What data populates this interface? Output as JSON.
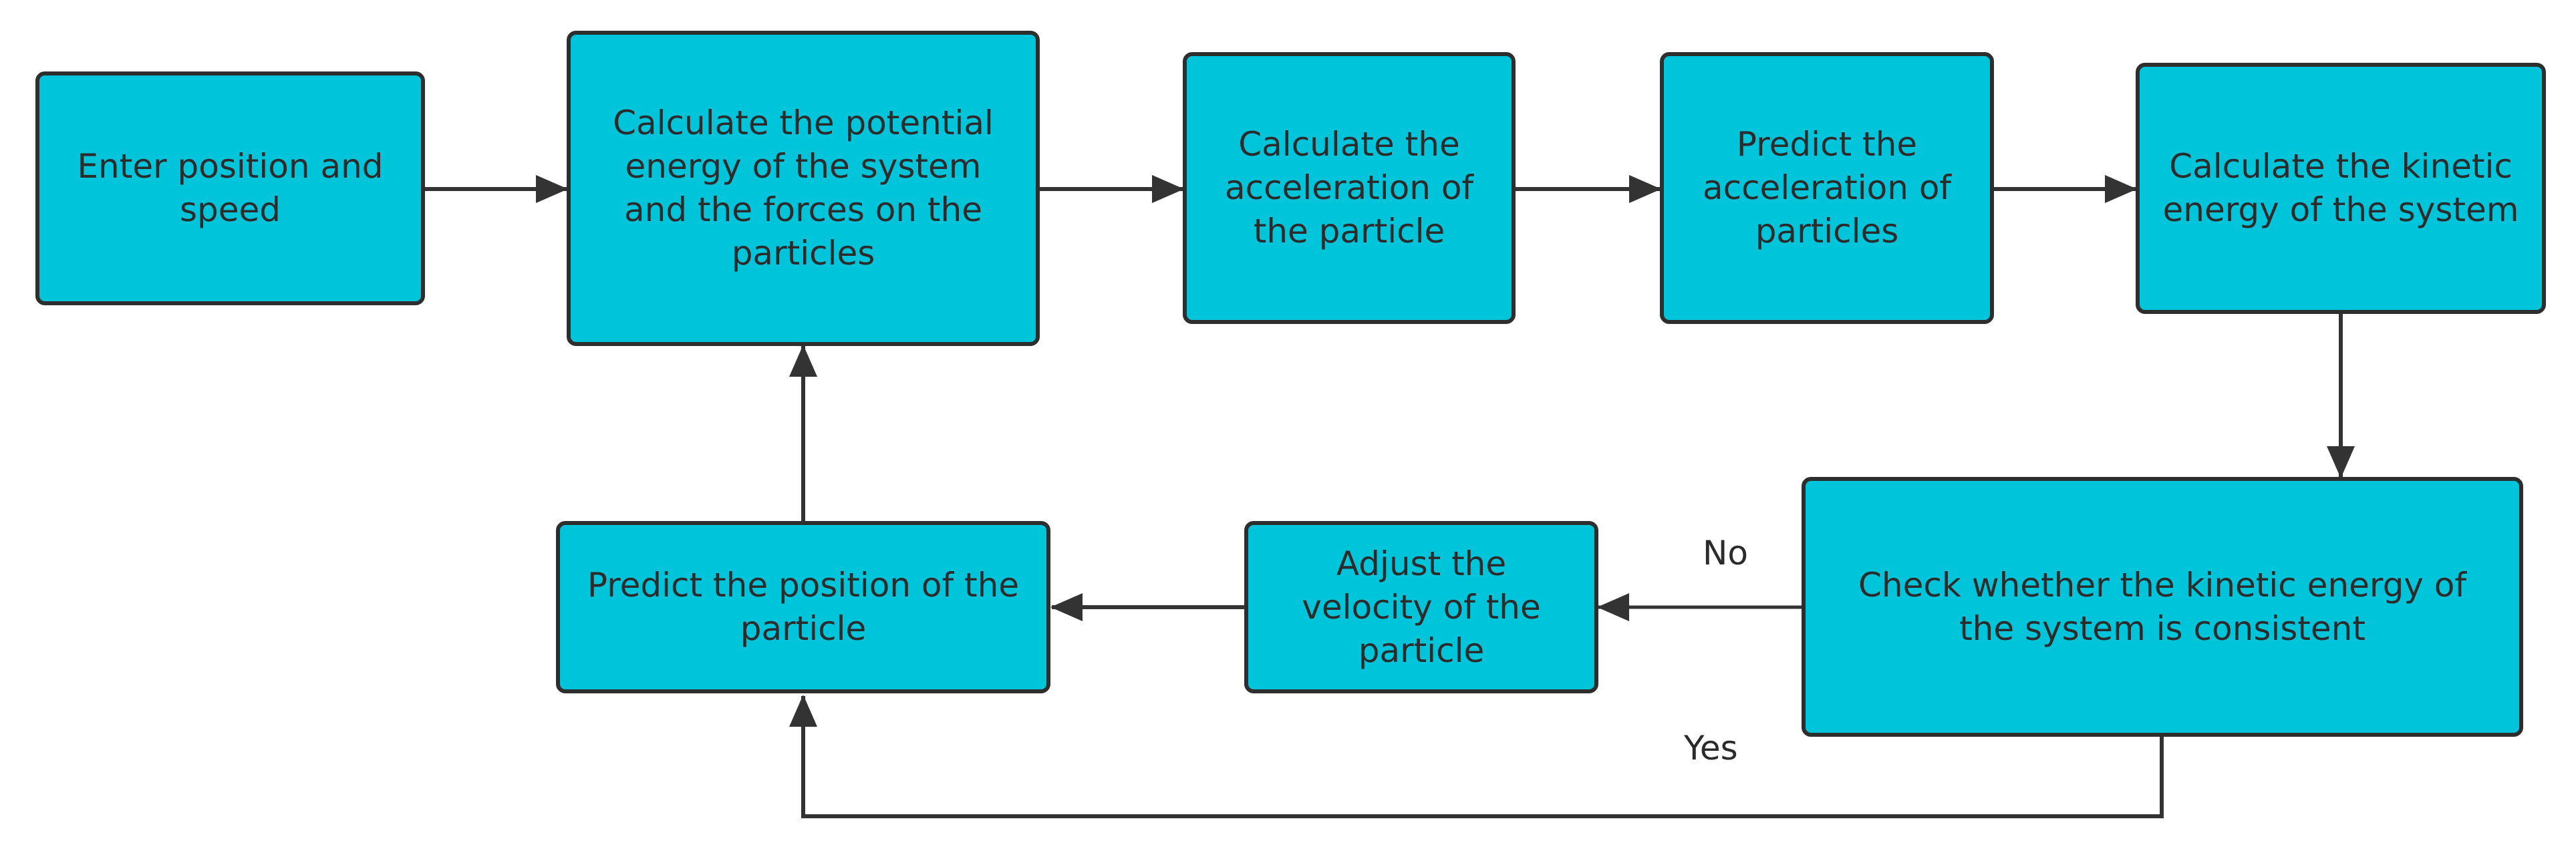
{
  "diagram": {
    "nodes": [
      {
        "id": "enter",
        "label": "Enter position and speed"
      },
      {
        "id": "calc_potential",
        "label": "Calculate the potential energy of the system and the forces on the particles"
      },
      {
        "id": "calc_accel",
        "label": "Calculate the acceleration of the particle"
      },
      {
        "id": "predict_accel",
        "label": "Predict the acceleration of particles"
      },
      {
        "id": "calc_kinetic",
        "label": "Calculate the kinetic energy of the system"
      },
      {
        "id": "check_kinetic",
        "label": "Check whether the kinetic energy of the system is consistent"
      },
      {
        "id": "adjust_velocity",
        "label": "Adjust the velocity of the particle"
      },
      {
        "id": "predict_position",
        "label": "Predict the position of the particle"
      }
    ],
    "edges": [
      {
        "from": "enter",
        "to": "calc_potential"
      },
      {
        "from": "calc_potential",
        "to": "calc_accel"
      },
      {
        "from": "calc_accel",
        "to": "predict_accel"
      },
      {
        "from": "predict_accel",
        "to": "calc_kinetic"
      },
      {
        "from": "calc_kinetic",
        "to": "check_kinetic"
      },
      {
        "from": "check_kinetic",
        "to": "adjust_velocity",
        "label": "No"
      },
      {
        "from": "adjust_velocity",
        "to": "predict_position"
      },
      {
        "from": "check_kinetic",
        "to": "predict_position",
        "label": "Yes"
      },
      {
        "from": "predict_position",
        "to": "calc_potential"
      }
    ],
    "colors": {
      "node_fill": "#00c5da",
      "node_border": "#2e2e2e",
      "text": "#2b2b2b",
      "edge": "#333333"
    }
  }
}
